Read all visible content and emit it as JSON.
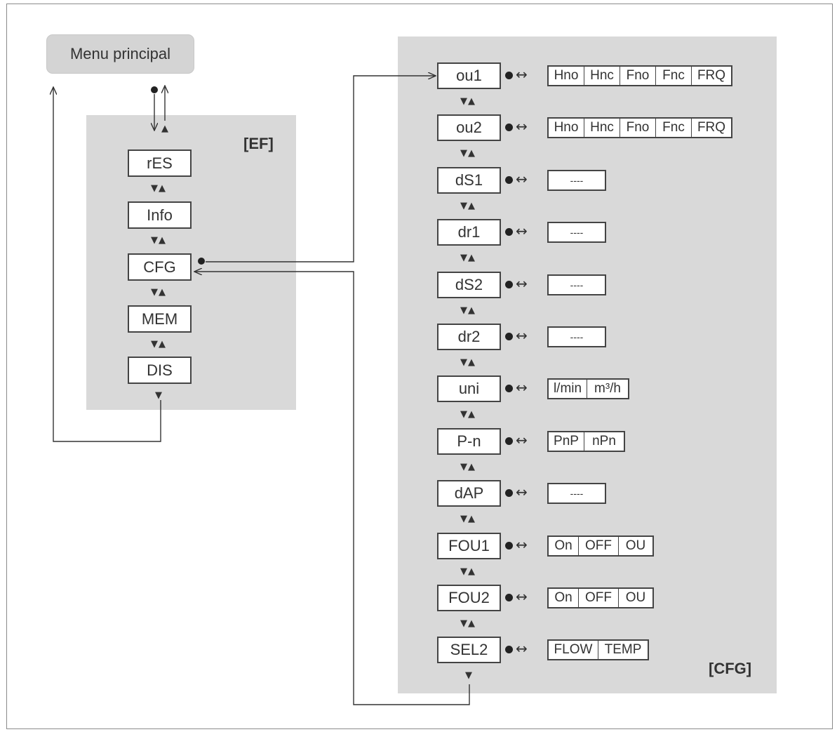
{
  "main_menu": {
    "label": "Menu principal"
  },
  "ef": {
    "label": "[EF]",
    "items": [
      "rES",
      "Info",
      "CFG",
      "MEM",
      "DIS"
    ]
  },
  "cfg": {
    "label": "[CFG]",
    "rows": [
      {
        "name": "ou1",
        "options": [
          "Hno",
          "Hnc",
          "Fno",
          "Fnc",
          "FRQ"
        ]
      },
      {
        "name": "ou2",
        "options": [
          "Hno",
          "Hnc",
          "Fno",
          "Fnc",
          "FRQ"
        ]
      },
      {
        "name": "dS1",
        "options": [
          "----"
        ]
      },
      {
        "name": "dr1",
        "options": [
          "----"
        ]
      },
      {
        "name": "dS2",
        "options": [
          "----"
        ]
      },
      {
        "name": "dr2",
        "options": [
          "----"
        ]
      },
      {
        "name": "uni",
        "options": [
          "l/min",
          "m³/h"
        ]
      },
      {
        "name": "P-n",
        "options": [
          "PnP",
          "nPn"
        ]
      },
      {
        "name": "dAP",
        "options": [
          "----"
        ]
      },
      {
        "name": "FOU1",
        "options": [
          "On",
          "OFF",
          "OU"
        ]
      },
      {
        "name": "FOU2",
        "options": [
          "On",
          "OFF",
          "OU"
        ]
      },
      {
        "name": "SEL2",
        "options": [
          "FLOW",
          "TEMP"
        ]
      }
    ]
  },
  "symbols": {
    "nav_both": "▼▲",
    "nav_down": "▼",
    "nav_up": "▲"
  }
}
